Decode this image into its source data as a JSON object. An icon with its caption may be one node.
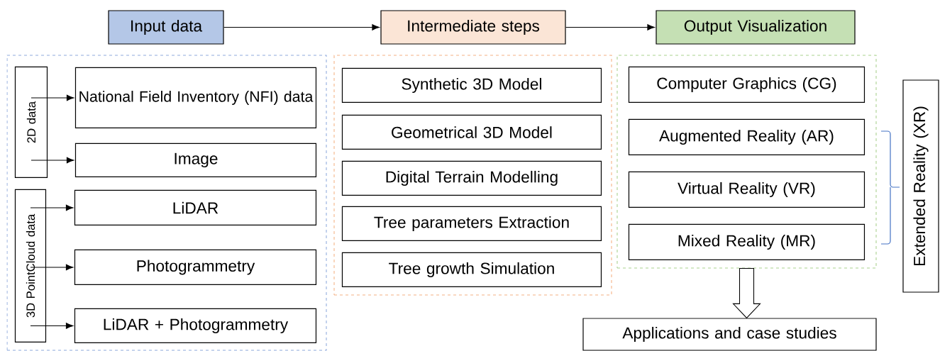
{
  "diagram": {
    "nodes": [
      {
        "text": [
          "Input data"
        ]
      },
      {
        "text": [
          "Intermediate steps"
        ]
      },
      {
        "text": [
          "Output Visualization"
        ]
      },
      {
        "text": [],
        "shape": "box"
      },
      {
        "text": [
          "2D data"
        ],
        "in": 3
      },
      {
        "text": [
          "National Field Inventory (NFI) data"
        ],
        "in": 3
      },
      {
        "text": [
          "Image"
        ],
        "in": 3
      },
      {
        "text": [
          "3D PointCloud data"
        ],
        "in": 3
      },
      {
        "text": [
          "LiDAR"
        ],
        "in": 3
      },
      {
        "text": [
          "Photogrammetry"
        ],
        "in": 3
      },
      {
        "text": [
          "LiDAR + Photogrammetry"
        ],
        "in": 3
      },
      {
        "text": [],
        "shape": "box"
      },
      {
        "text": [
          "Synthetic 3D Model"
        ],
        "in": 11
      },
      {
        "text": [
          "Geometrical 3D Model"
        ],
        "in": 11
      },
      {
        "text": [
          "Digital Terrain Modelling"
        ],
        "in": 11
      },
      {
        "text": [
          "Tree parameters Extraction"
        ],
        "in": 11
      },
      {
        "text": [
          "Tree growth Simulation"
        ],
        "in": 11
      },
      {
        "text": [],
        "shape": "box"
      },
      {
        "text": [
          "Computer Graphics (CG)"
        ],
        "in": 17
      },
      {
        "text": [
          "Augmented Reality (AR)"
        ],
        "in": 17
      },
      {
        "text": [
          "Virtual Reality (VR)"
        ],
        "in": 17
      },
      {
        "text": [
          "Mixed Reality (MR)"
        ],
        "in": 17
      },
      {
        "text": [
          "Extended Reality (XR)"
        ]
      },
      {
        "text": [
          "Applications and case studies"
        ]
      }
    ],
    "edges": [
      {
        "from": 0,
        "to": 1,
        "arrow": "to"
      },
      {
        "from": 1,
        "to": 2,
        "arrow": "to"
      },
      {
        "from": 4,
        "to": 5,
        "arrow": "to"
      },
      {
        "from": 4,
        "to": 6,
        "arrow": "to"
      },
      {
        "from": 7,
        "to": 8,
        "arrow": "to"
      },
      {
        "from": 7,
        "to": 9,
        "arrow": "to"
      },
      {
        "from": 7,
        "to": 10,
        "arrow": "to"
      },
      {
        "from": 17,
        "to": 23,
        "arrow": "to"
      }
    ]
  }
}
